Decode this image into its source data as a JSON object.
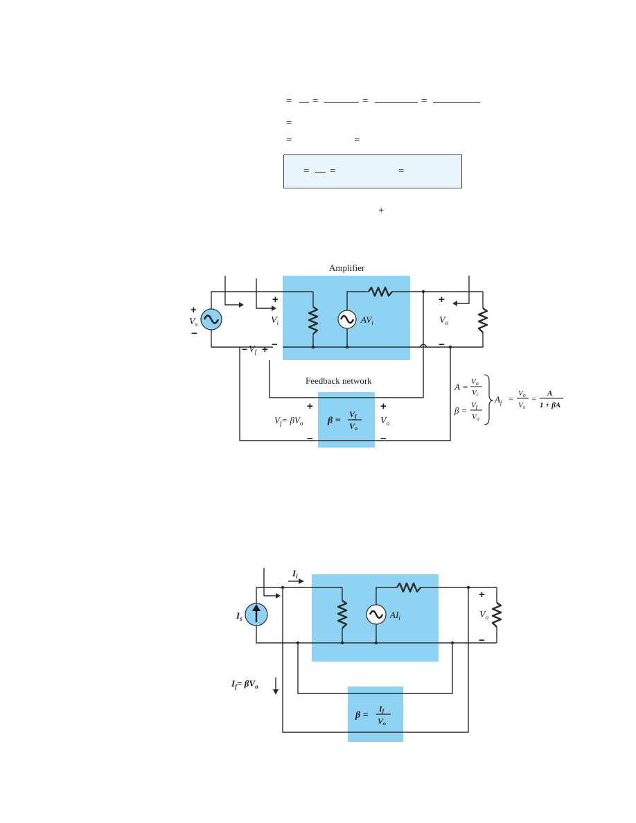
{
  "colors": {
    "accent_fill": "#8fd3f4",
    "box_fill": "#e8f5fc",
    "wire": "#2a2a2a"
  },
  "equations": {
    "line1_symbols": [
      "=",
      "=",
      "=",
      "="
    ],
    "line2_symbols": [
      "="
    ],
    "line3_symbols": [
      "=",
      "="
    ],
    "boxed_symbols": [
      "=",
      "=",
      "="
    ],
    "plus_symbol": "+"
  },
  "fig1": {
    "amplifier_label": "Amplifier",
    "feedback_label": "Feedback network",
    "vs_label": "V",
    "vs_sub": "s",
    "vi_label": "V",
    "vi_sub": "i",
    "avi_label": "AV",
    "avi_sub": "i",
    "vo_label": "V",
    "vo_sub": "o",
    "vf_left_minus": "−",
    "vf_label": "V",
    "vf_sub": "f",
    "vf_eq": "= βV",
    "vf_eq_sub": "o",
    "beta_lhs": "β =",
    "beta_num": "V",
    "beta_num_sub": "f",
    "beta_den": "V",
    "beta_den_sub": "o",
    "vo2_label": "V",
    "vo2_sub": "o",
    "a_lhs": "A =",
    "a_num": "V",
    "a_num_sub": "o",
    "a_den": "V",
    "a_den_sub": "i",
    "b_lhs": "β =",
    "b_num": "V",
    "b_num_sub": "f",
    "b_den": "V",
    "b_den_sub": "o",
    "af_lhs": "A",
    "af_sub": "f",
    "af_eq": "=",
    "af_num": "V",
    "af_num_sub": "o",
    "af_den": "V",
    "af_den_sub": "s",
    "af_eq2": "=",
    "af_num2": "A",
    "af_den2": "1 + βA",
    "plus": "+",
    "minus": "−"
  },
  "fig2": {
    "ii_label": "I",
    "ii_sub": "i",
    "is_label": "I",
    "is_sub": "s",
    "ali_label": "AI",
    "ali_sub": "i",
    "vo_label": "V",
    "vo_sub": "o",
    "if_label": "I",
    "if_sub": "f",
    "if_eq": "= βV",
    "if_eq_sub": "o",
    "beta_lhs": "β =",
    "beta_num": "I",
    "beta_num_sub": "f",
    "beta_den": "V",
    "beta_den_sub": "o",
    "plus": "+",
    "minus": "−"
  }
}
